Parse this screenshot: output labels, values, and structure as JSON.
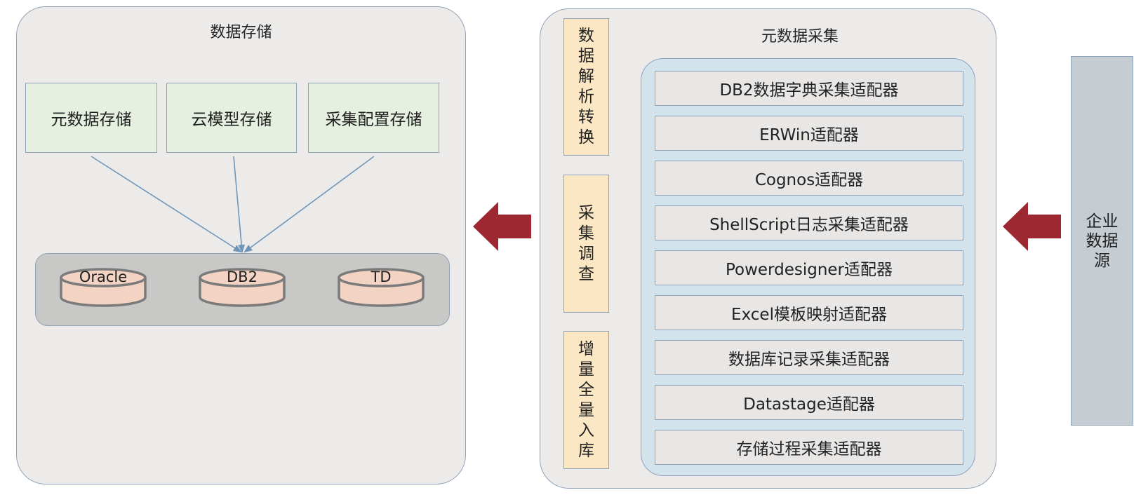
{
  "storage": {
    "title": "数据存储",
    "boxes": [
      "元数据存储",
      "云模型存储",
      "采集配置存储"
    ],
    "databases": [
      "Oracle",
      "DB2",
      "TD"
    ]
  },
  "collection": {
    "title": "元数据采集",
    "side_boxes": [
      "数据解析转换",
      "采集调查",
      "增量全量入库"
    ],
    "adapters": [
      "DB2数据字典采集适配器",
      "ERWin适配器",
      "Cognos适配器",
      "ShellScript日志采集适配器",
      "Powerdesigner适配器",
      "Excel模板映射适配器",
      "数据库记录采集适配器",
      "Datastage适配器",
      "存储过程采集适配器"
    ]
  },
  "source": {
    "label": "企业数据源"
  },
  "colors": {
    "arrow": "#9e2832",
    "connector": "#6f96b9",
    "db_fill": "#f3d3c3",
    "db_stroke": "#7b7b7b"
  }
}
